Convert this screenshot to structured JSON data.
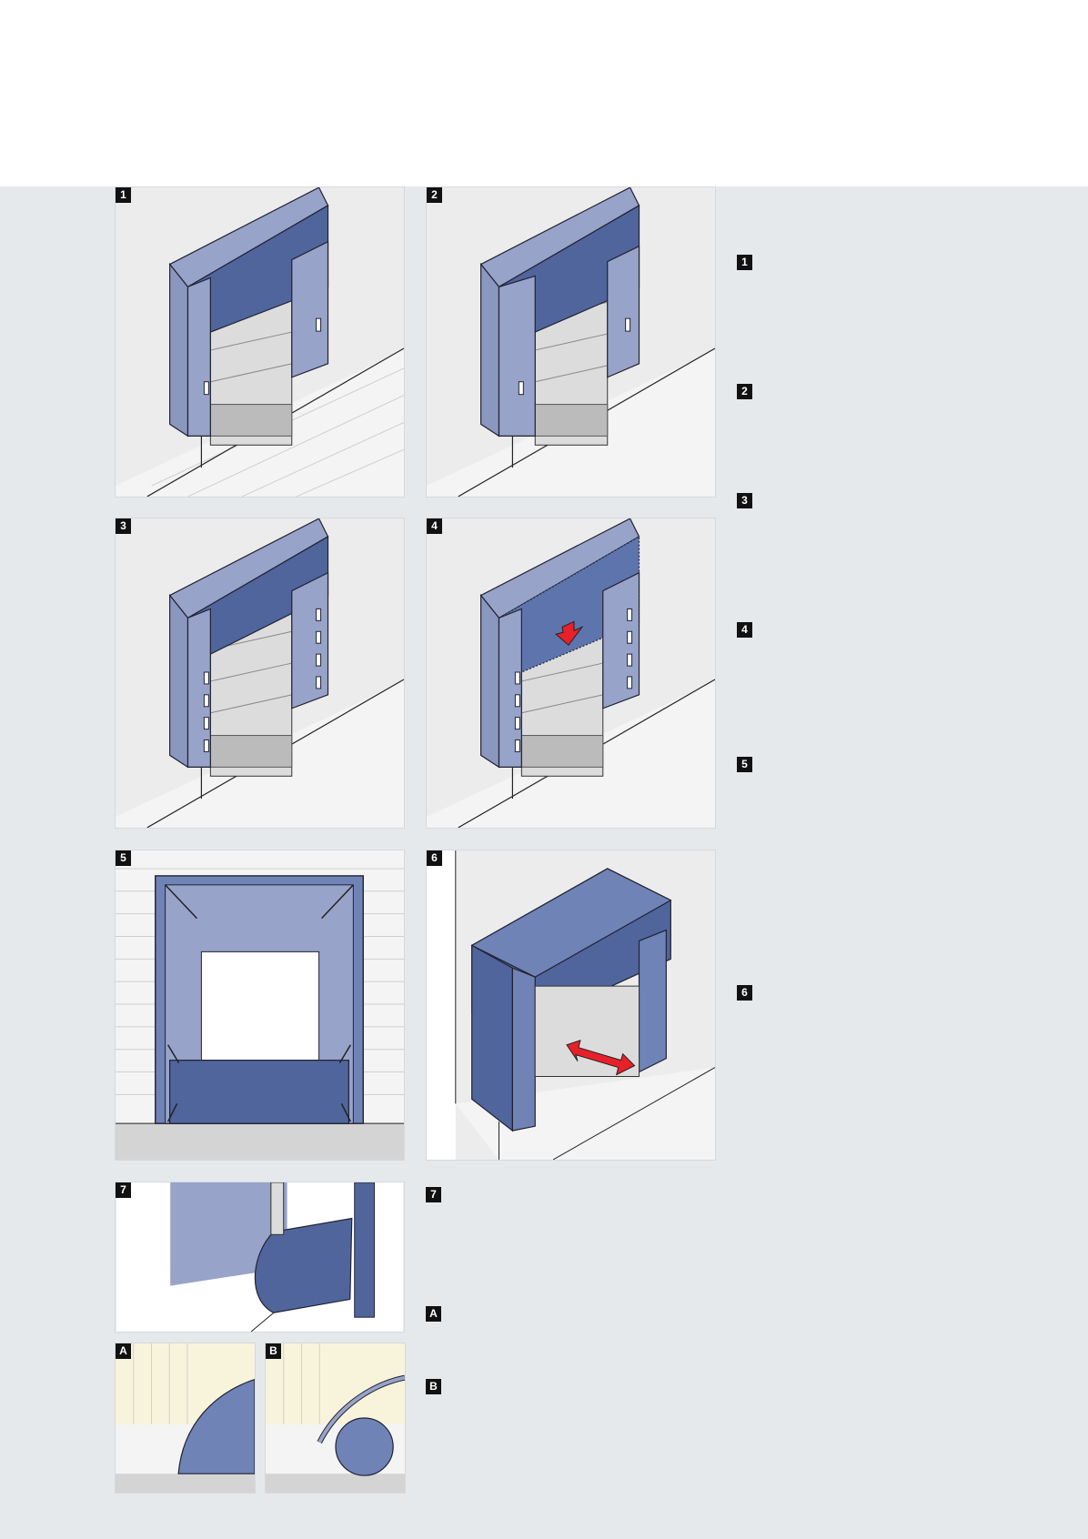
{
  "figures": [
    {
      "id": "fig-1",
      "label": "1"
    },
    {
      "id": "fig-2",
      "label": "2"
    },
    {
      "id": "fig-3",
      "label": "3"
    },
    {
      "id": "fig-4",
      "label": "4"
    },
    {
      "id": "fig-5",
      "label": "5"
    },
    {
      "id": "fig-6",
      "label": "6"
    },
    {
      "id": "fig-7",
      "label": "7"
    },
    {
      "id": "fig-a",
      "label": "A"
    },
    {
      "id": "fig-b",
      "label": "B"
    }
  ],
  "legend": {
    "right_column": [
      "1",
      "2",
      "3",
      "4",
      "5",
      "6"
    ],
    "lower_column": [
      "7",
      "A",
      "B"
    ]
  },
  "colors": {
    "background_band": "#e6e9ec",
    "panel": "#ececec",
    "seal_light": "#97a3c8",
    "seal_dark": "#4f659c",
    "arrow_red": "#e8202a",
    "badge": "#111111"
  }
}
